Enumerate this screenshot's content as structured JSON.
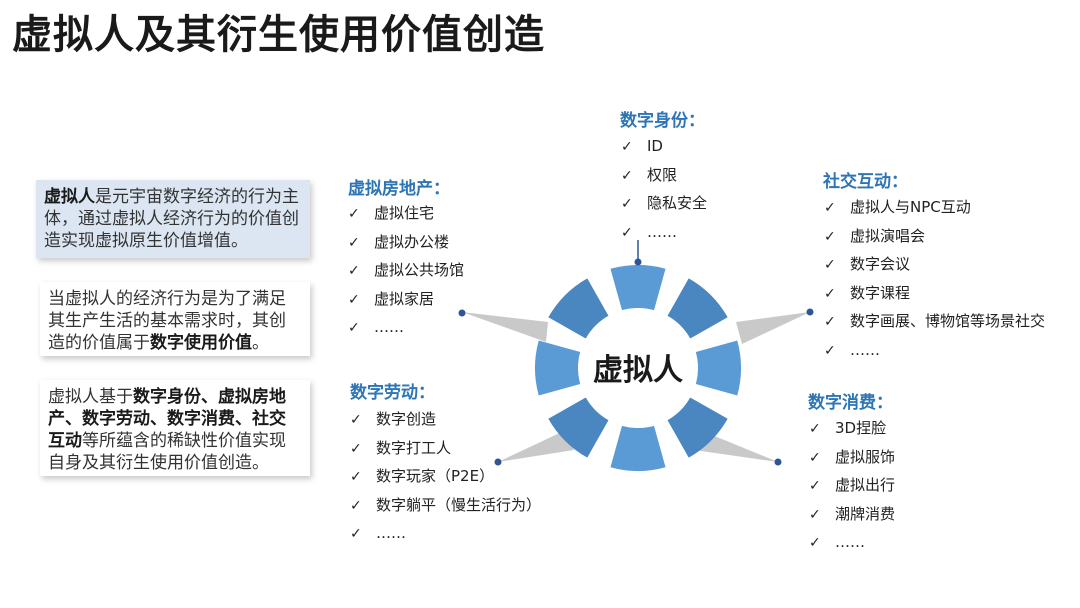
{
  "title": "虚拟人及其衍生使用价值创造",
  "center_label": "虚拟人",
  "notes": [
    {
      "parts": [
        {
          "text": "虚拟人",
          "bold": true
        },
        {
          "text": "是元宇宙数字经济的行为主体，通过虚拟人经济行为的价值创造实现虚拟原生价值增值。",
          "bold": false
        }
      ]
    },
    {
      "parts": [
        {
          "text": "当虚拟人的经济行为是为了满足其生产生活的基本需求时，其创造的价值属于",
          "bold": false
        },
        {
          "text": "数字使用价值",
          "bold": true
        },
        {
          "text": "。",
          "bold": false
        }
      ]
    },
    {
      "parts": [
        {
          "text": "虚拟人基于",
          "bold": false
        },
        {
          "text": "数字身份、虚拟房地产、数字劳动、数字消费、社交互动",
          "bold": true
        },
        {
          "text": "等所蕴含的稀缺性价值实现自身及其衍生使用价值创造。",
          "bold": false
        }
      ]
    }
  ],
  "check_mark": "✓",
  "categories": {
    "identity": {
      "title": "数字身份：",
      "items": [
        "ID",
        "权限",
        "隐私安全",
        "……"
      ]
    },
    "real_estate": {
      "title": "虚拟房地产：",
      "items": [
        "虚拟住宅",
        "虚拟办公楼",
        "虚拟公共场馆",
        "虚拟家居",
        "……"
      ]
    },
    "social": {
      "title": "社交互动：",
      "items": [
        "虚拟人与NPC互动",
        "虚拟演唱会",
        "数字会议",
        "数字课程",
        "数字画展、博物馆等场景社交",
        "……"
      ]
    },
    "labor": {
      "title": "数字劳动：",
      "items": [
        "数字创造",
        "数字打工人",
        "数字玩家（P2E）",
        "数字躺平（慢生活行为）",
        "……"
      ]
    },
    "consumption": {
      "title": "数字消费：",
      "items": [
        "3D捏脸",
        "虚拟服饰",
        "虚拟出行",
        "潮牌消费",
        "……"
      ]
    }
  },
  "colors": {
    "title": "#1a1a1a",
    "category": "#2e75b6",
    "ring": "#5b9bd5",
    "ring_dark": "#4a86c0",
    "connector": "#c9c9c9",
    "dot": "#2f5597",
    "note_bg": "#dbe6f2"
  }
}
